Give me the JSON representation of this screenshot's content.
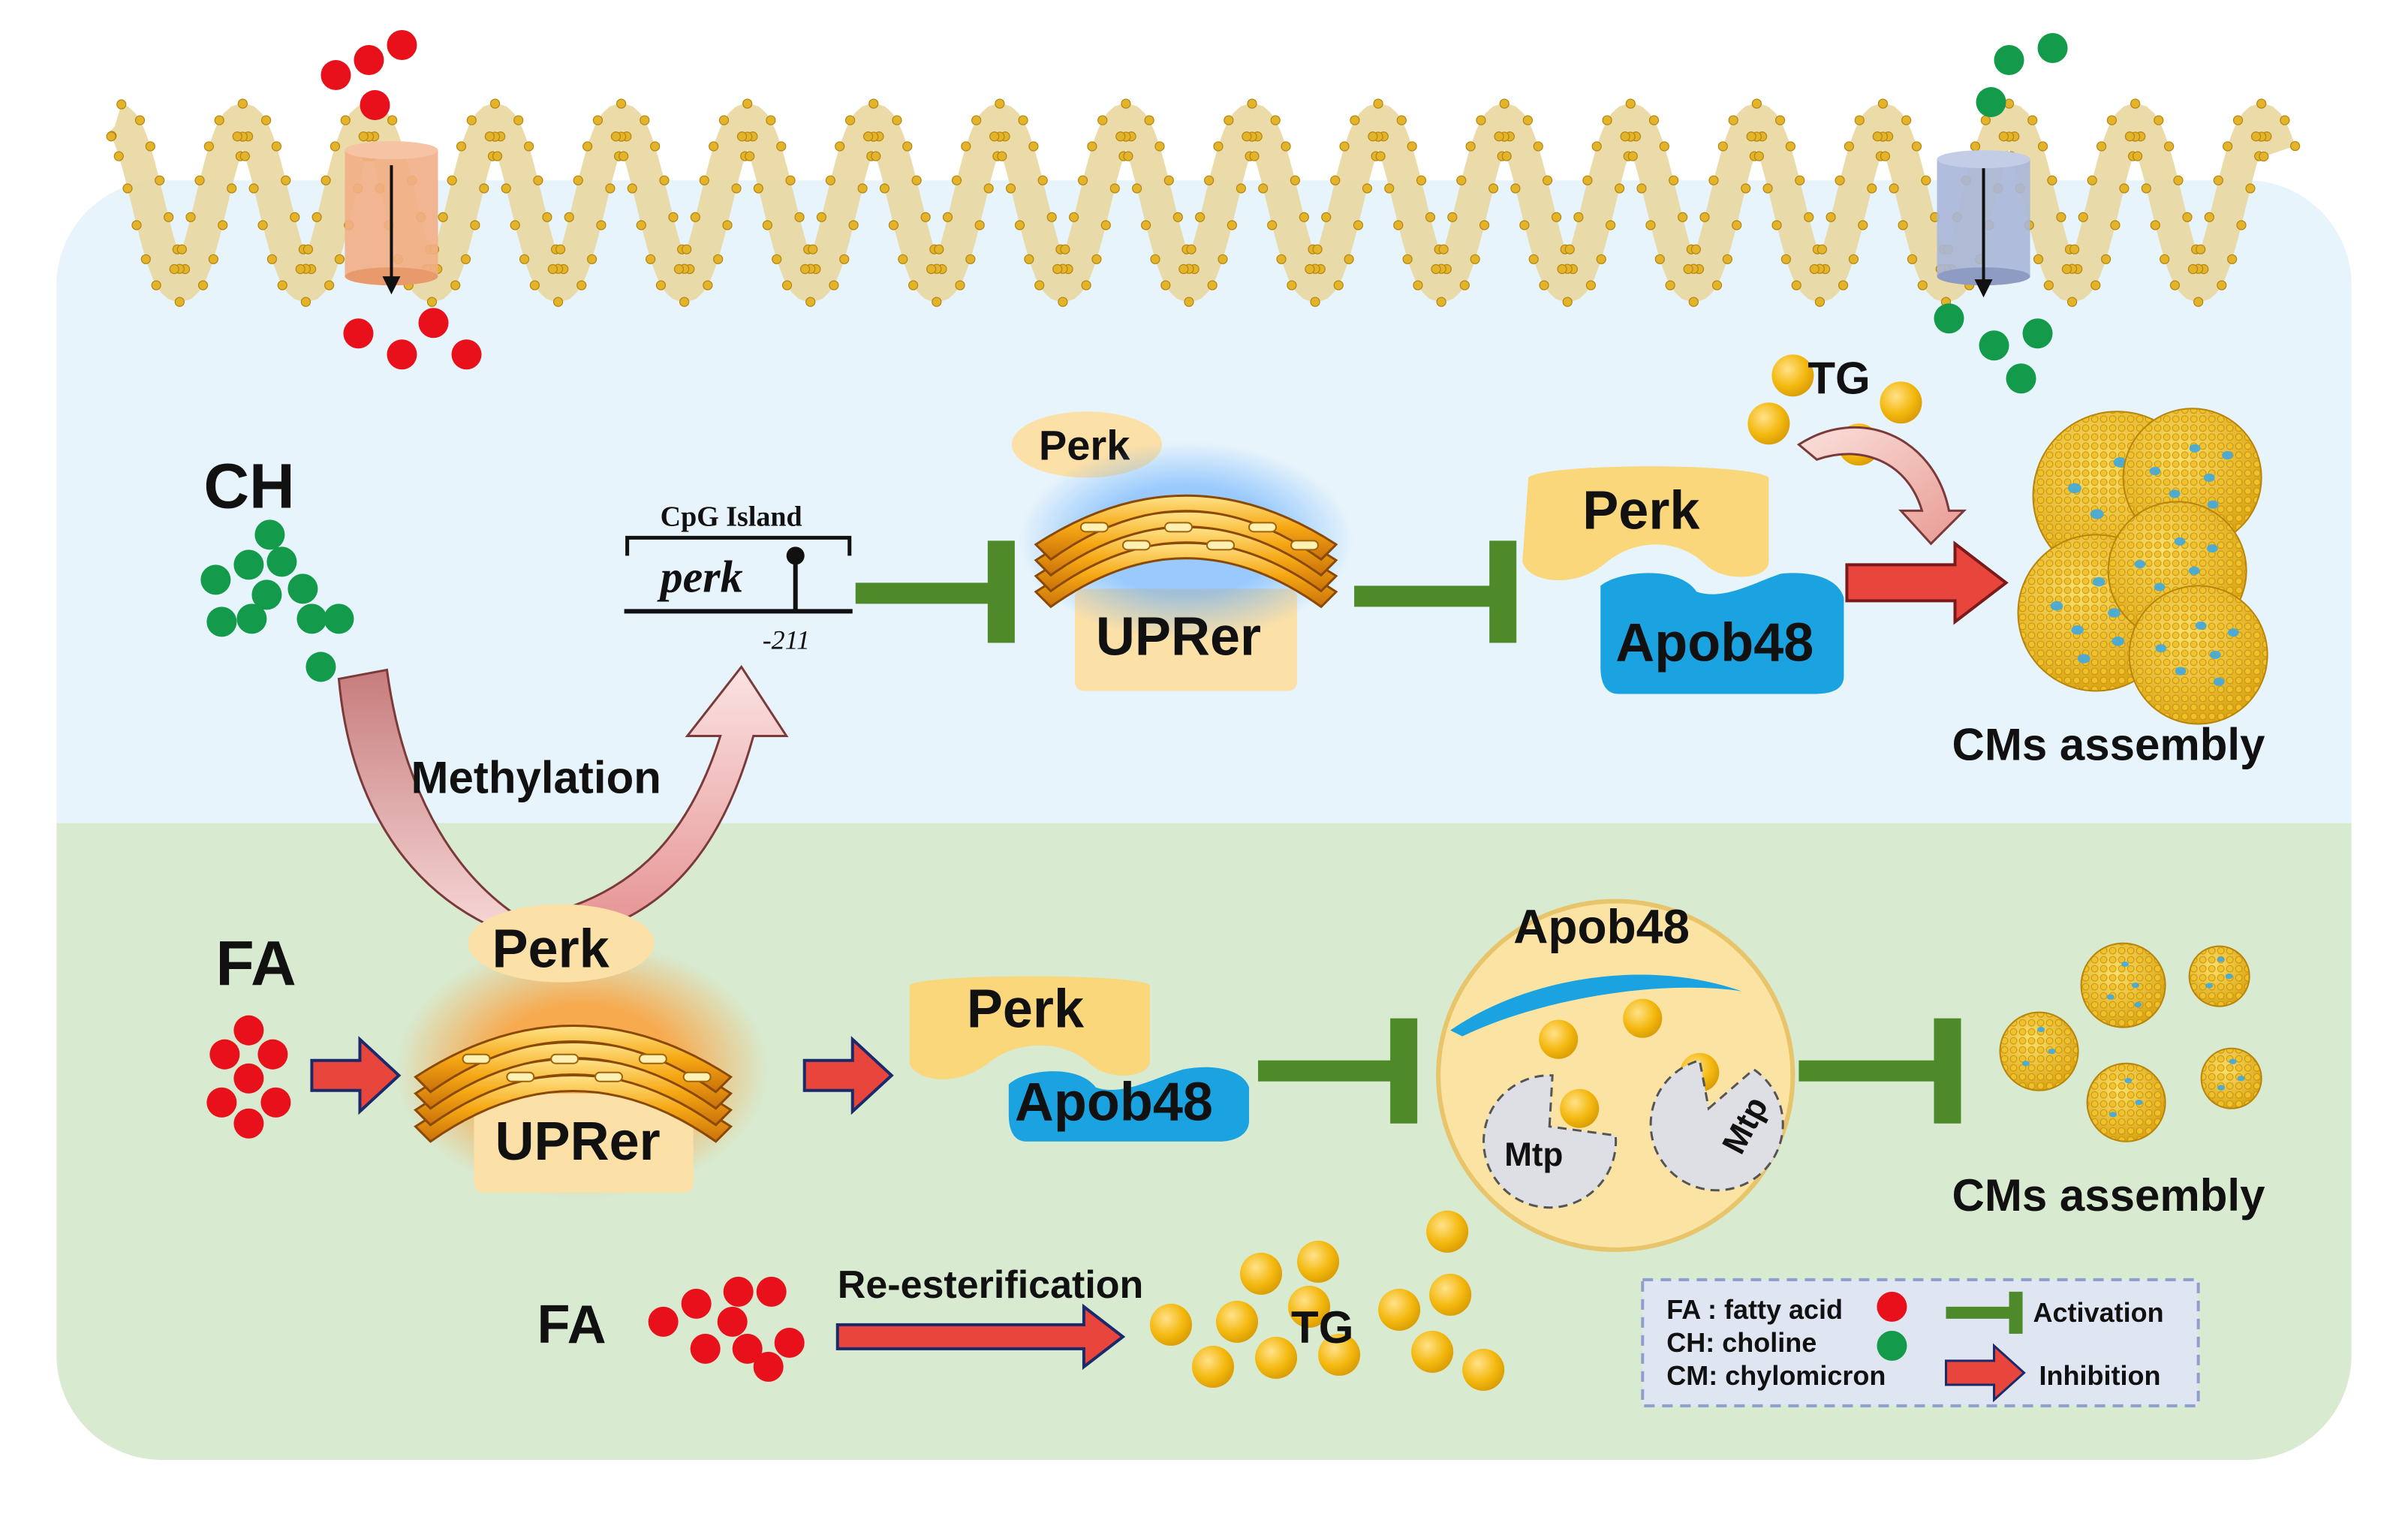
{
  "labels": {
    "ch": "CH",
    "fa_top": "FA",
    "fa_bottom": "FA",
    "cpg_island": "CpG Island",
    "perk_gene": "perk",
    "position": "-211",
    "methylation": "Methylation",
    "perk_small": "Perk",
    "uprer_top": "UPRer",
    "perk_complex_top": "Perk",
    "apob48_top": "Apob48",
    "tg_top": "TG",
    "cms_assembly_top": "CMs assembly",
    "perk_left_bottom": "Perk",
    "uprer_bottom": "UPRer",
    "perk_complex_bottom": "Perk",
    "apob48_bottom": "Apob48",
    "apob48_circle": "Apob48",
    "mtp_left": "Mtp",
    "mtp_right": "Mtp",
    "cms_assembly_bottom": "CMs assembly",
    "re_esterification": "Re-esterification",
    "tg_bottom": "TG"
  },
  "legend": {
    "fa_def": "FA : fatty acid",
    "ch_def": "CH: choline",
    "cm_def": "CM:  chylomicron",
    "activation": "Activation",
    "inhibition": "Inhibition"
  },
  "colors": {
    "fatty_acid": "#e8101a",
    "choline": "#139a4a",
    "tg": "#f4b90f",
    "apob48": "#1aa3e0",
    "perk": "#f9d77a",
    "inhibit_bar": "#4f8a2a",
    "activate_arrow": "#e8453c",
    "top_bg": "#e8f4fb",
    "bottom_bg": "#d8ead0"
  }
}
